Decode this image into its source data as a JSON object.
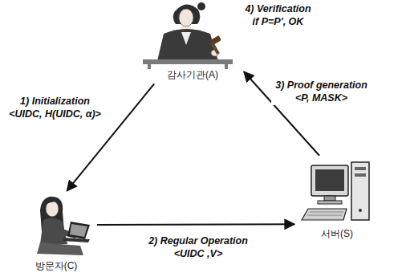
{
  "diagram": {
    "nodes": [
      {
        "text": [
          "감사기관(A)"
        ]
      },
      {
        "text": [
          "방문자(C)"
        ]
      },
      {
        "text": [
          "서버(S)"
        ]
      }
    ],
    "edges": [
      {
        "from": 0,
        "to": 1,
        "arrow": "to",
        "label": "1) Initialization <UIDC, H(UIDC, α)>"
      },
      {
        "from": 1,
        "to": 2,
        "arrow": "to",
        "label": "2) Regular Operation <UIDC ,V>"
      },
      {
        "from": 2,
        "to": 0,
        "arrow": "to",
        "label": "3) Proof generation <P, MASK>"
      }
    ],
    "labels": [
      "4) Verification if P=P', OK"
    ]
  }
}
